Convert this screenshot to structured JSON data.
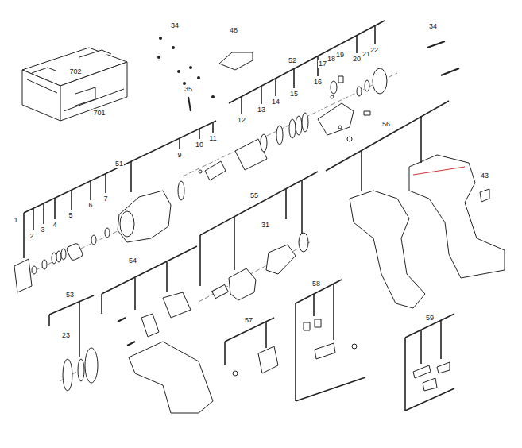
{
  "diagram": {
    "labels": [
      "34",
      "48",
      "34",
      "52",
      "17",
      "18",
      "19",
      "20",
      "21",
      "22",
      "16",
      "702",
      "701",
      "35",
      "12",
      "13",
      "14",
      "15",
      "11",
      "10",
      "9",
      "51",
      "56",
      "43",
      "55",
      "31",
      "1",
      "2",
      "3",
      "4",
      "5",
      "6",
      "7",
      "54",
      "58",
      "53",
      "23",
      "57",
      "59"
    ]
  }
}
